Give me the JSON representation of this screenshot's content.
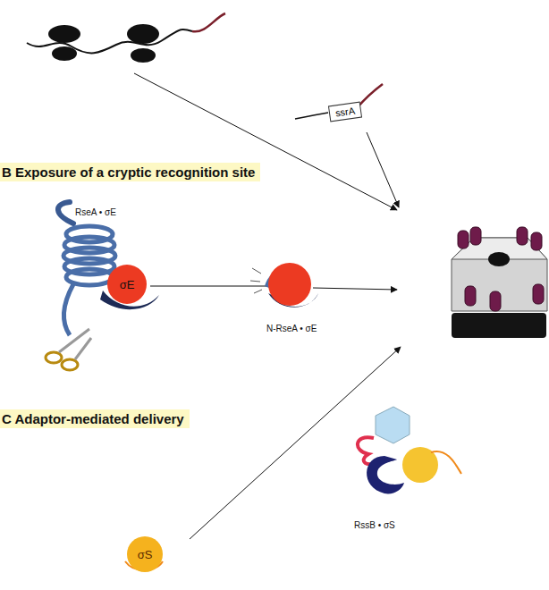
{
  "diagram": {
    "nodes": [
      {
        "text": [
          "ssrA"
        ]
      },
      {
        "text": [
          "B Exposure of a cryptic recognition site"
        ]
      },
      {
        "text": [
          "σE"
        ]
      },
      {
        "text": [
          "C Adaptor-mediated delivery"
        ]
      },
      {
        "text": [
          "σS"
        ]
      }
    ],
    "labels": [
      "RseA • σE",
      "N-RseA • σE",
      "RssB • σS"
    ]
  }
}
